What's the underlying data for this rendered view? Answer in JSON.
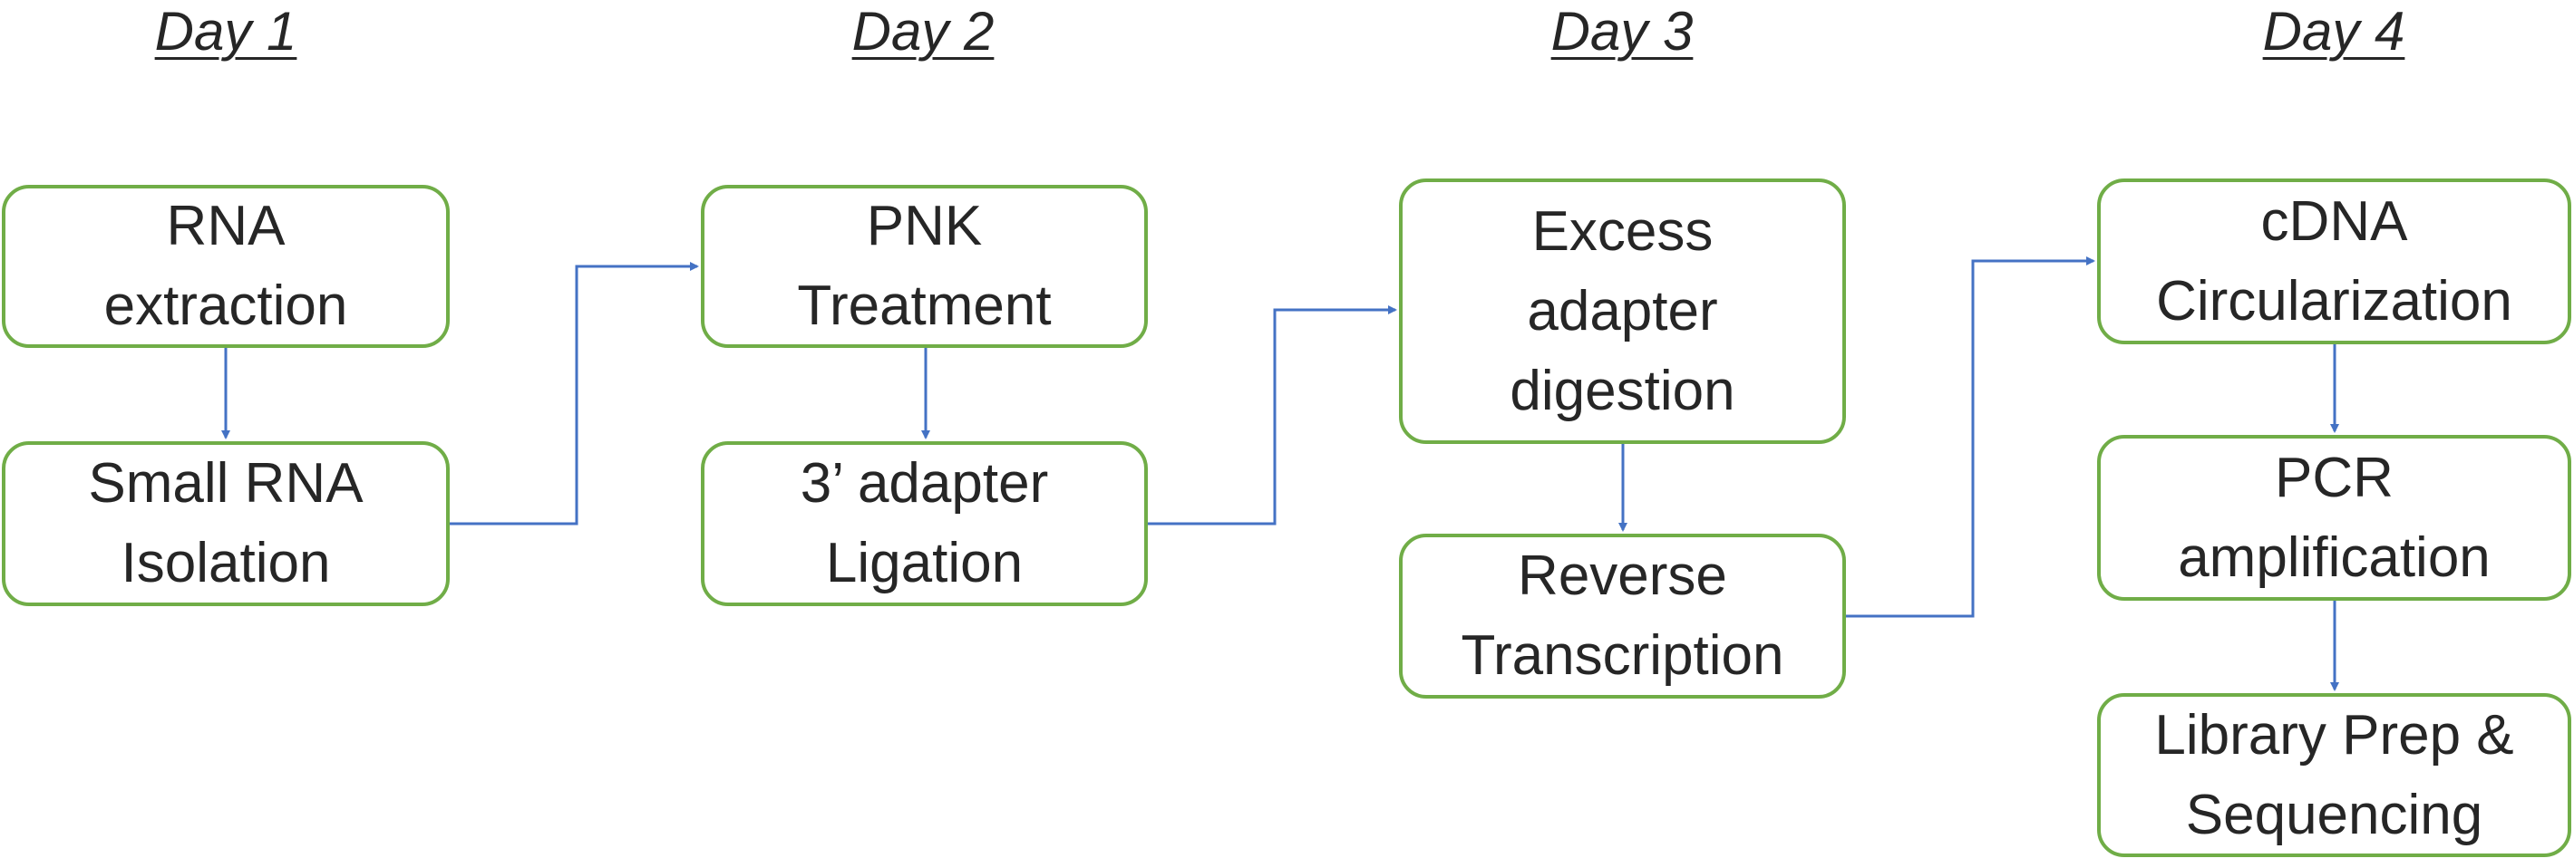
{
  "days": [
    {
      "label": "Day 1"
    },
    {
      "label": "Day 2"
    },
    {
      "label": "Day 3"
    },
    {
      "label": "Day 4"
    }
  ],
  "steps": {
    "rna_extraction": "RNA\nextraction",
    "small_rna_isolation": "Small RNA\nIsolation",
    "pnk_treatment": "PNK\nTreatment",
    "adapter_ligation": "3’ adapter\nLigation",
    "excess_adapter_digestion": "Excess\nadapter\ndigestion",
    "reverse_transcription": "Reverse\nTranscription",
    "cdna_circularization": "cDNA\nCircularization",
    "pcr_amplification": "PCR\namplification",
    "library_prep_sequencing": "Library Prep &\nSequencing"
  },
  "colors": {
    "box_border": "#70ad47",
    "arrow": "#4472c4",
    "text": "#262626"
  }
}
